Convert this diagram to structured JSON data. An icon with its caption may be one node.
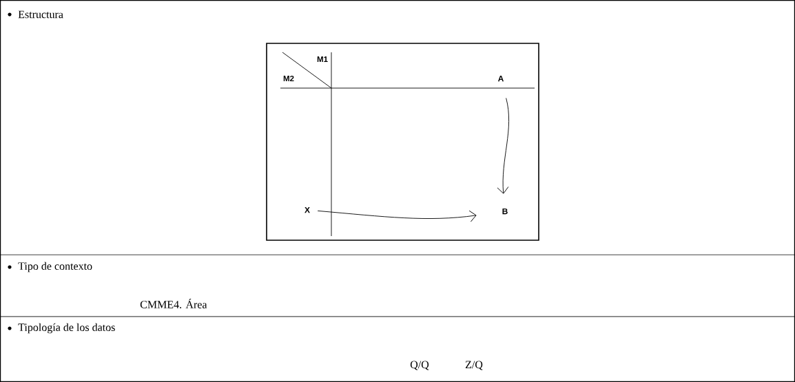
{
  "diagram": {
    "nodes": [
      {
        "text": [
          "A"
        ]
      },
      {
        "text": [
          "X"
        ]
      },
      {
        "text": [
          "B"
        ]
      }
    ],
    "edges": [
      {
        "from": 0,
        "to": 2,
        "arrow": "to"
      },
      {
        "from": 1,
        "to": 2,
        "arrow": "to"
      }
    ],
    "labels": [
      "Estructura",
      "M1",
      "M2",
      "Tipo de contexto",
      "CMME4. Área",
      "Tipología de los datos",
      "Q/Q",
      "Z/Q"
    ]
  }
}
